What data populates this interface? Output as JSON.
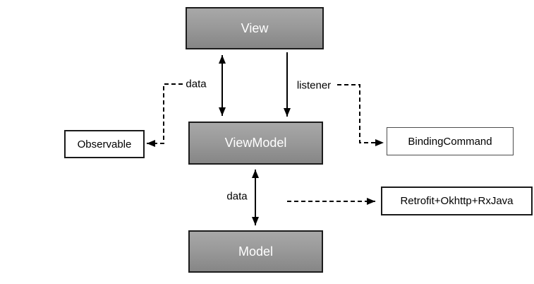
{
  "diagram": {
    "nodes": {
      "view": {
        "label": "View"
      },
      "viewmodel": {
        "label": "ViewModel"
      },
      "model": {
        "label": "Model"
      },
      "observable": {
        "label": "Observable"
      },
      "binding_command": {
        "label": "BindingCommand"
      },
      "retrofit": {
        "label": "Retrofit+Okhttp+RxJava"
      }
    },
    "edges": {
      "view_viewmodel_data": {
        "label": "data",
        "style": "solid-double-arrow"
      },
      "view_viewmodel_listener": {
        "label": "listener",
        "style": "solid-down-arrow"
      },
      "viewmodel_model_data": {
        "label": "data",
        "style": "solid-double-arrow"
      },
      "data_to_observable": {
        "label": "",
        "style": "dashed-arrow"
      },
      "listener_to_bindingcommand": {
        "label": "",
        "style": "dashed-arrow"
      },
      "viewmodel_to_retrofit": {
        "label": "",
        "style": "dashed-arrow"
      }
    },
    "colors": {
      "node_fill_top": "#a8a8a8",
      "node_fill_bottom": "#868686",
      "node_border": "#1c1c1c",
      "node_text": "#ffffff",
      "plain_box_fill": "#ffffff",
      "plain_box_text": "#000000",
      "line": "#000000",
      "background": "#ffffff"
    }
  }
}
